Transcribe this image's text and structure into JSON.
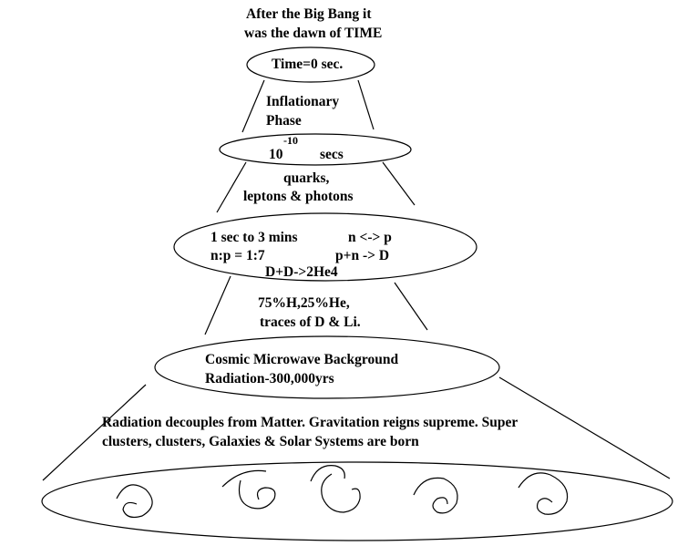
{
  "header": {
    "line1": "After the Big Bang it",
    "line2": "was the dawn of TIME"
  },
  "stages": {
    "time_zero": "Time=0 sec.",
    "inflation_line1": "Inflationary",
    "inflation_line2": "Phase",
    "ten_base": "10",
    "ten_exp": "-10",
    "ten_unit": "secs",
    "quarks_line1": "quarks,",
    "quarks_line2": "leptons & photons",
    "nucleo_line1": "1 sec to 3 mins",
    "nucleo_line2": "n:p = 1:7",
    "reaction1": "n <-> p",
    "reaction2": "p+n -> D",
    "reaction3": "D+D->2He4",
    "abund_line1": "75%H,25%He,",
    "abund_line2": "traces of D & Li.",
    "cmb_line1": "Cosmic Microwave Background",
    "cmb_line2": "Radiation-300,000yrs",
    "matter_line1": "Radiation decouples from Matter. Gravitation reigns supreme. Super",
    "matter_line2": "clusters, clusters, Galaxies & Solar Systems are born"
  },
  "colors": {
    "ink": "#000000",
    "background": "#ffffff"
  },
  "icons": [
    "spiral-galaxy-icon"
  ]
}
